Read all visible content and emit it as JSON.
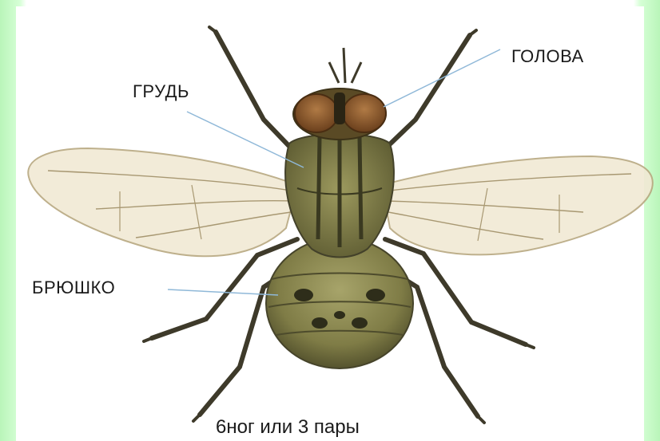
{
  "labels": {
    "head": "ГОЛОВА",
    "thorax": "ГРУДЬ",
    "abdomen": "БРЮШКО"
  },
  "caption": "6ног или 3 пары",
  "colors": {
    "background": "#c8ffc8",
    "body": "#7d7a45",
    "eyes": "#8a5a2b",
    "wings": "#efe6cf",
    "legs": "#3e3a2a",
    "pointer": "#8fb8d8"
  }
}
